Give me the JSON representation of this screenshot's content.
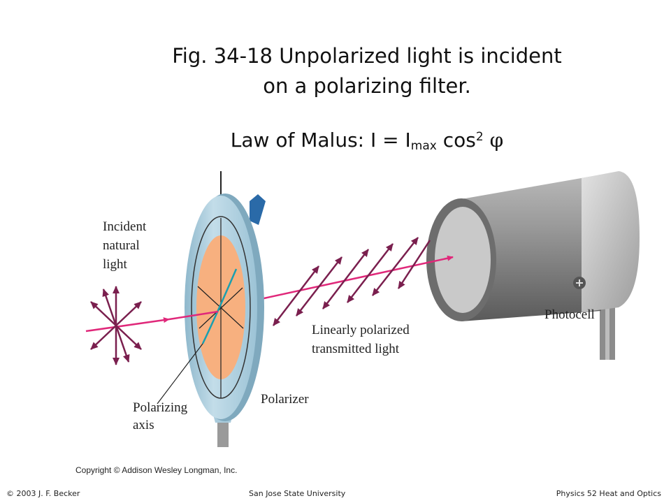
{
  "title": {
    "line1": "Fig. 34-18  Unpolarized light is incident",
    "line2": "on a polarizing filter."
  },
  "law": {
    "prefix": "Law of Malus:  I = I",
    "sub": "max",
    "mid": " cos",
    "sup": "2",
    "symbol": "φ"
  },
  "labels": {
    "incident": [
      "Incident",
      "natural",
      "light"
    ],
    "linear": [
      "Linearly polarized",
      "transmitted light"
    ],
    "photocell": "Photocell",
    "polarizer": "Polarizer",
    "axis": [
      "Polarizing",
      "axis"
    ]
  },
  "copyright": "Copyright © Addison Wesley Longman, Inc.",
  "footer": {
    "left": "© 2003 J. F. Becker",
    "center": "San Jose State University",
    "right": "Physics 52 Heat and Optics"
  },
  "colors": {
    "light_ray": "#e0287a",
    "polarized_arrows": "#7a1f4e",
    "polarizer_disk": "#aecfe0",
    "filter_center": "#f7b07f",
    "axis_line": "#1a9fb0",
    "knob": "#2a6aa8",
    "photocell_body": "#8a8a8a"
  }
}
